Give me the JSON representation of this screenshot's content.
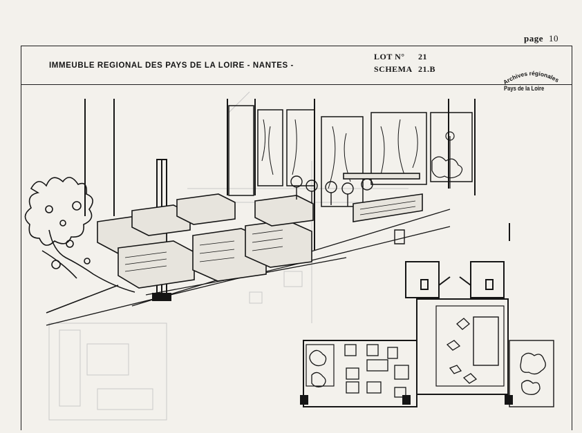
{
  "page": {
    "label": "page",
    "number": "10"
  },
  "header": {
    "title": "IMMEUBLE REGIONAL DES PAYS DE LA LOIRE  - NANTES -",
    "lot_label": "LOT N°",
    "lot_value": "21",
    "schema_label": "SCHEMA",
    "schema_value": "21.B"
  },
  "stamp": {
    "top_text": "Archives régionales",
    "bottom_text": "Pays de la Loire"
  },
  "drawing": {
    "perspective": "interior-perspective-sketch",
    "plan": "floor-plan"
  }
}
